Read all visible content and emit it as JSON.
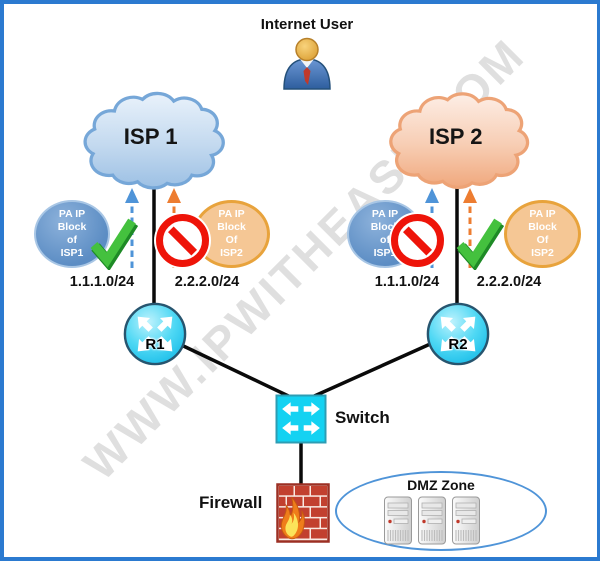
{
  "watermark": "WWW.IPWITHEASE.COM",
  "header": {
    "internet_user_label": "Internet User"
  },
  "clouds": {
    "isp1": "ISP 1",
    "isp2": "ISP 2"
  },
  "isp1_link": {
    "pa_block_isp1": "PA IP\nBlock\nof\nISP1",
    "pa_block_isp2": "PA IP\nBlock\nOf\nISP2",
    "ip_isp1": "1.1.1.0/24",
    "ip_isp2": "2.2.2.0/24",
    "isp1_traffic": "allowed",
    "isp2_traffic": "blocked"
  },
  "isp2_link": {
    "pa_block_isp1": "PA IP\nBlock\nof\nISP1",
    "pa_block_isp2": "PA IP\nBlock\nOf\nISP2",
    "ip_isp1": "1.1.1.0/24",
    "ip_isp2": "2.2.2.0/24",
    "isp1_traffic": "blocked",
    "isp2_traffic": "allowed"
  },
  "devices": {
    "router1": "R1",
    "router2": "R2",
    "switch": "Switch",
    "firewall": "Firewall",
    "dmz": "DMZ Zone"
  },
  "colors": {
    "isp1_blue": "#5b9bd5",
    "isp2_orange": "#ed7d31",
    "allowed_green": "#35b33a",
    "blocked_red": "#ee1409",
    "device_cyan": "#14d2f2",
    "frame_blue": "#2b7ad0",
    "frame_shadow": "#1f3864"
  }
}
